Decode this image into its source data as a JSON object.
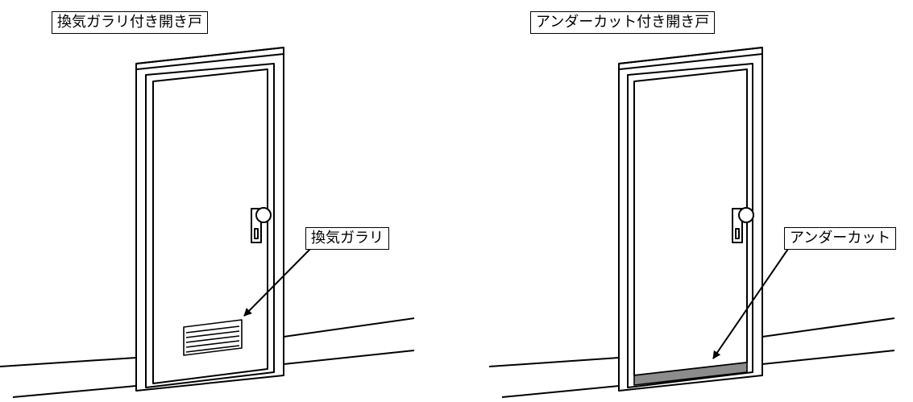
{
  "diagrams": [
    {
      "title": "換気ガラリ付き開き戸",
      "callout": "換気ガラリ"
    },
    {
      "title": "アンダーカット付き開き戸",
      "callout": "アンダーカット"
    }
  ],
  "colors": {
    "line": "#000000",
    "fill": "#ffffff",
    "undercut": "#8c8c8c"
  }
}
